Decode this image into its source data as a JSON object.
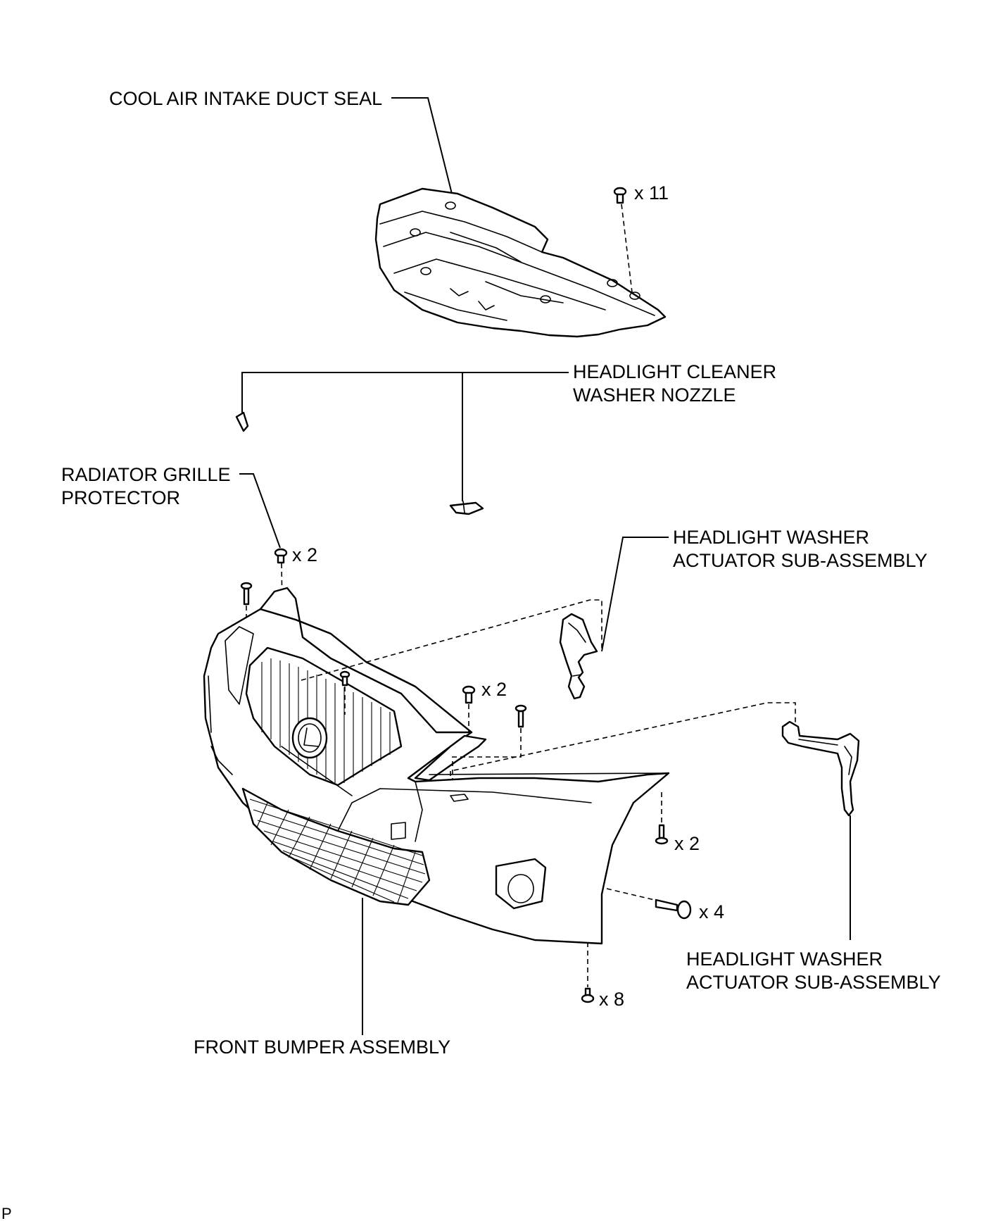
{
  "labels": {
    "cool_air_intake_duct_seal": "COOL AIR INTAKE DUCT SEAL",
    "headlight_cleaner_line1": "HEADLIGHT CLEANER",
    "headlight_cleaner_line2": "WASHER NOZZLE",
    "radiator_grille_line1": "RADIATOR GRILLE",
    "radiator_grille_line2": "PROTECTOR",
    "headlight_washer_actuator_upper_line1": "HEADLIGHT WASHER",
    "headlight_washer_actuator_upper_line2": "ACTUATOR SUB-ASSEMBLY",
    "headlight_washer_actuator_lower_line1": "HEADLIGHT WASHER",
    "headlight_washer_actuator_lower_line2": "ACTUATOR SUB-ASSEMBLY",
    "front_bumper_assembly": "FRONT BUMPER ASSEMBLY"
  },
  "quantities": {
    "duct_seal_clips": "x 11",
    "grille_protector_clips": "x 2",
    "bumper_top_clips": "x 2",
    "side_screws": "x 2",
    "lower_side_screws": "x 4",
    "bottom_clips": "x 8"
  },
  "corner_mark": "P"
}
